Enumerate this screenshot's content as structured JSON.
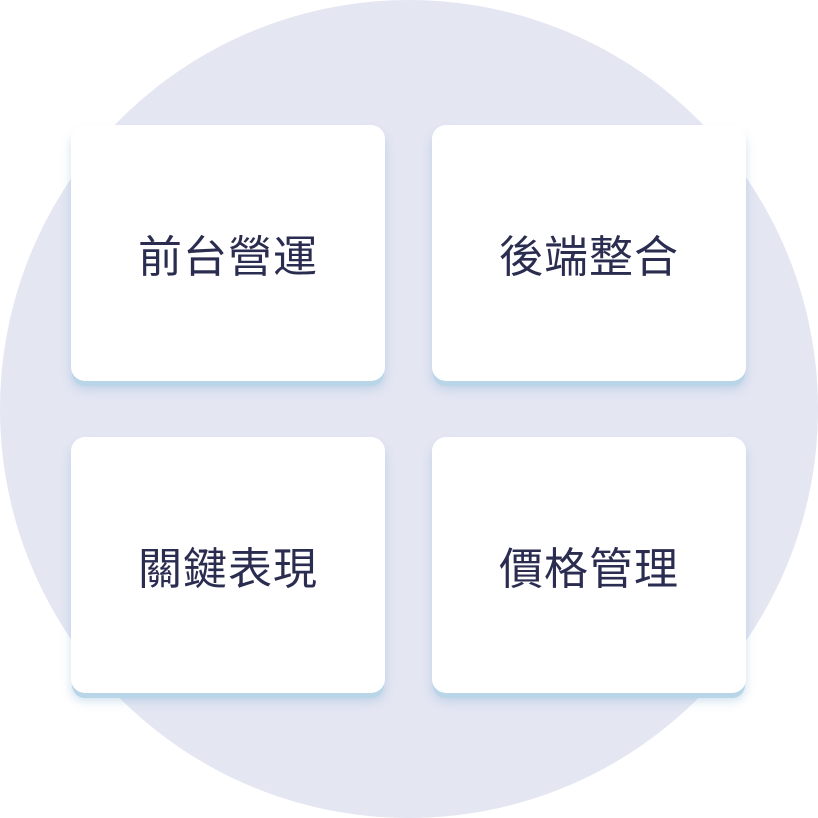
{
  "cards": [
    {
      "label": "前台營運"
    },
    {
      "label": "後端整合"
    },
    {
      "label": "關鍵表現"
    },
    {
      "label": "價格管理"
    }
  ],
  "colors": {
    "background_circle": "#e4e6f2",
    "card": "#ffffff",
    "text": "#2b2d50",
    "card_shadow": "#b9d5e8"
  }
}
